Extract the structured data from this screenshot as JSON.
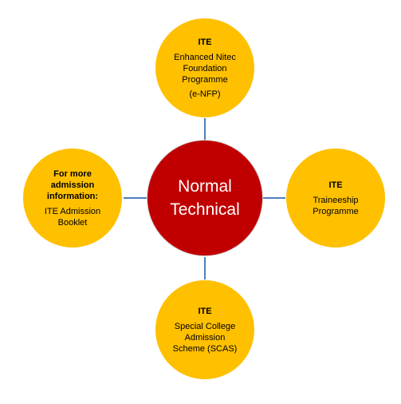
{
  "center": {
    "lines": [
      "Normal",
      "Technical"
    ]
  },
  "top": {
    "heading": "ITE",
    "lines": [
      "Enhanced Nitec",
      "Foundation",
      "Programme"
    ],
    "extra": "(e-NFP)"
  },
  "right": {
    "heading": "ITE",
    "lines": [
      "Traineeship",
      "Programme"
    ]
  },
  "bottom": {
    "heading": "ITE",
    "lines": [
      "Special College",
      "Admission",
      "Scheme (SCAS)"
    ]
  },
  "left": {
    "heading_lines": [
      "For more",
      "admission",
      "information:"
    ],
    "lines": [
      "ITE Admission",
      "Booklet"
    ]
  },
  "colors": {
    "outer_fill": "#ffc000",
    "center_fill": "#c00000",
    "connector": "#4f81bd"
  }
}
